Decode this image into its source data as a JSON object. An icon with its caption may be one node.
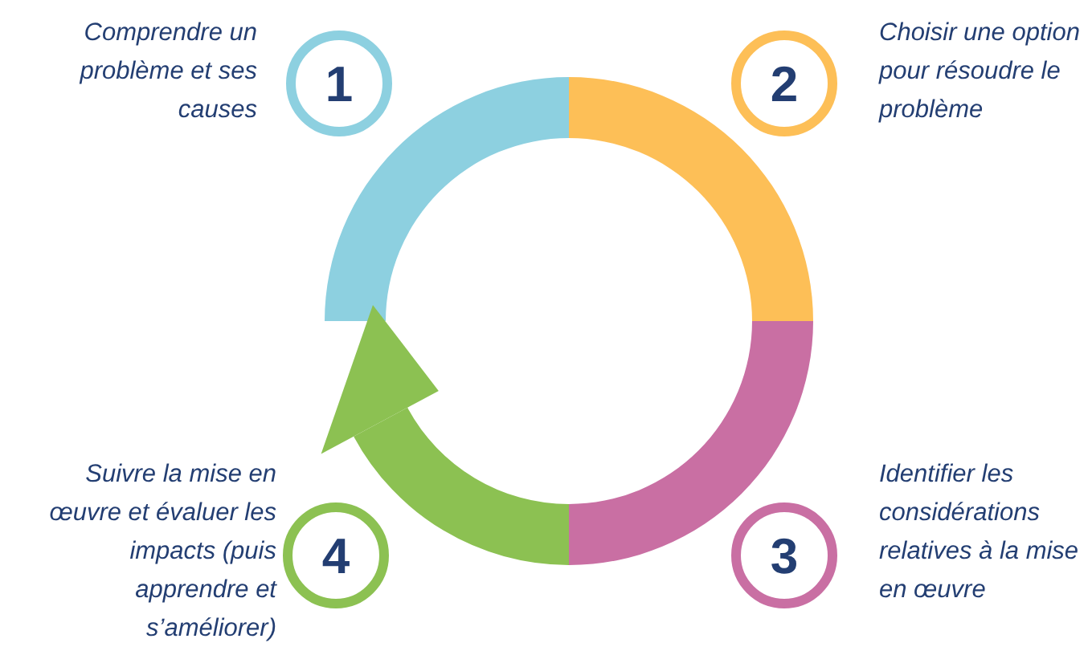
{
  "diagram": {
    "nodes": [
      {
        "text": [
          "1"
        ],
        "beside": [
          "Comprendre un problème et ses causes"
        ]
      },
      {
        "text": [
          "2"
        ],
        "beside": [
          "Choisir une option pour résoudre le problème"
        ]
      },
      {
        "text": [
          "3"
        ],
        "beside": [
          "Identifier les considérations relatives à la mise en œuvre"
        ]
      },
      {
        "text": [
          "4"
        ],
        "beside": [
          "Suivre la mise en œuvre et évaluer les impacts (puis apprendre et s’améliorer)"
        ]
      }
    ]
  }
}
